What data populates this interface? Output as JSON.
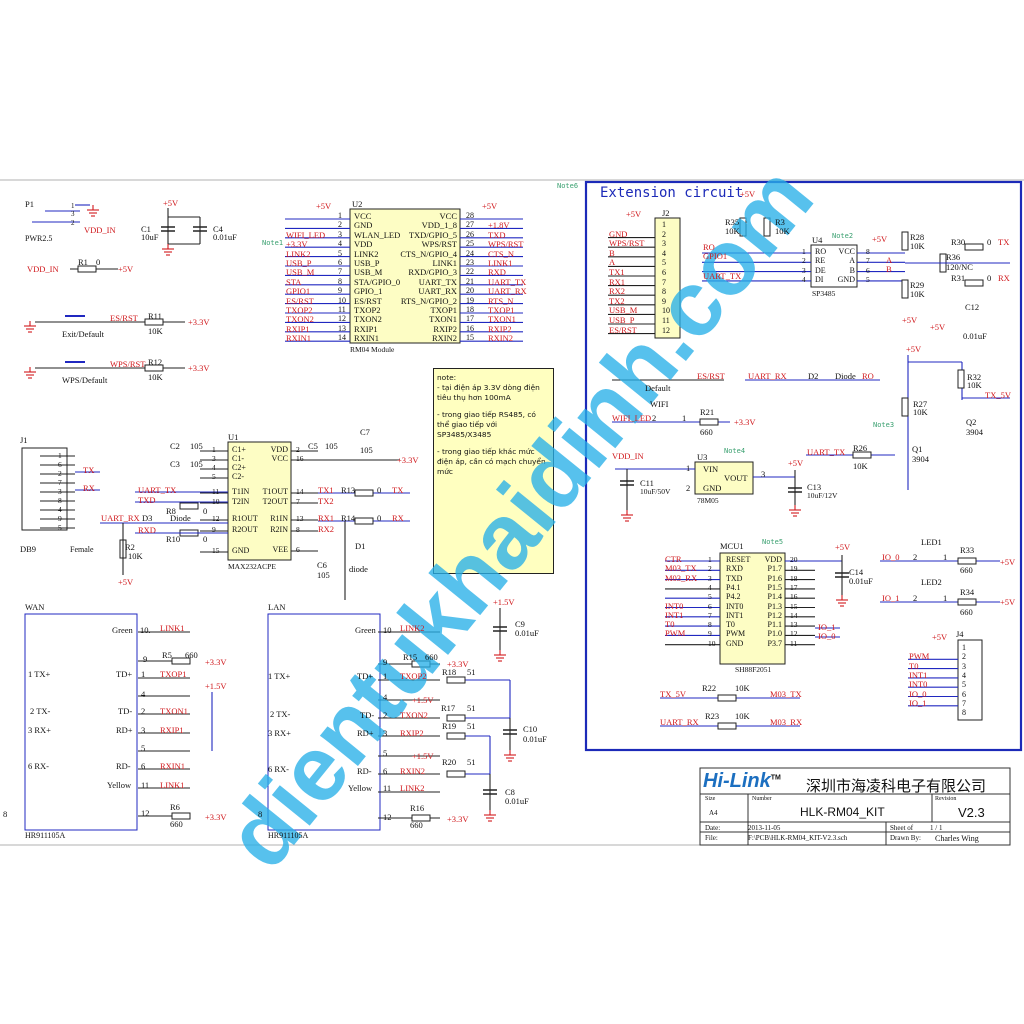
{
  "watermark": "dientukhaidinh.com",
  "notes": {
    "note1": "Note1",
    "note2": "Note2",
    "note3": "Note3",
    "note4": "Note4",
    "note5": "Note5",
    "note6": "Note6"
  },
  "power": {
    "p1": "P1",
    "pin1": "1",
    "pin3": "3",
    "pin2": "2",
    "pwr": "PWR2.5",
    "vdd_in": "VDD_IN",
    "c1": "C1",
    "c1v": "10uF",
    "c4": "C4",
    "c4v": "0.01uF",
    "p5v": "+5V",
    "vdd_in2": "VDD_IN",
    "r1": "R1",
    "r1v": "0",
    "p5v2": "+5V"
  },
  "buttons": {
    "esrst": "ES/RST",
    "r11": "R11",
    "r11v": "10K",
    "v33a": "+3.3V",
    "exit": "Exit/Default",
    "wpsrst": "WPS/RST",
    "r12": "R12",
    "r12v": "10K",
    "v33b": "+3.3V",
    "wps": "WPS/Default"
  },
  "u2": {
    "ref": "U2",
    "name": "RM04 Module",
    "p5v_l": "+5V",
    "p5v_r": "+5V",
    "left_nums": [
      "1",
      "2",
      "3",
      "4",
      "5",
      "6",
      "7",
      "8",
      "9",
      "10",
      "11",
      "12",
      "13",
      "14"
    ],
    "left_pins": [
      "VCC",
      "GND",
      "WLAN_LED",
      "VDD",
      "LINK2",
      "USB_P",
      "USB_M",
      "STA/GPIO_0",
      "GPIO_1",
      "ES/RST",
      "TXOP2",
      "TXON2",
      "RXIP1",
      "RXIN1"
    ],
    "left_nets": [
      "",
      "",
      "WIFI_LED",
      "+3.3V",
      "LINK2",
      "USB_P",
      "USB_M",
      "STA",
      "GPIO1",
      "ES/RST",
      "TXOP2",
      "TXON2",
      "RXIP1",
      "RXIN1"
    ],
    "right_nums": [
      "28",
      "27",
      "26",
      "25",
      "24",
      "23",
      "22",
      "21",
      "20",
      "19",
      "18",
      "17",
      "16",
      "15"
    ],
    "right_pins": [
      "VCC",
      "VDD_1_8",
      "TXD/GPIO_5",
      "WPS/RST",
      "CTS_N/GPIO_4",
      "LINK1",
      "RXD/GPIO_3",
      "UART_TX",
      "UART_RX",
      "RTS_N/GPIO_2",
      "TXOP1",
      "TXON1",
      "RXIP2",
      "RXIN2"
    ],
    "right_nets": [
      "",
      "+1.8V",
      "TXD",
      "WPS/RST",
      "CTS_N",
      "LINK1",
      "RXD",
      "UART_TX",
      "UART_RX",
      "RTS_N",
      "TXOP1",
      "TXON1",
      "RXIP2",
      "RXIN2"
    ]
  },
  "note_box": {
    "title": "note:",
    "line1": "- tại điện áp 3.3V dòng điện tiêu thụ hơn 100mA",
    "line2": "- trong giao tiếp RS485, có thể giao tiếp với SP3485/X3485",
    "line3": "- trong giao tiếp khác mức điện áp, cần có mạch chuyển mức"
  },
  "u1": {
    "ref": "U1",
    "name": "MAX232ACPE",
    "left_nums": [
      "1",
      "3",
      "4",
      "5",
      "11",
      "10",
      "12",
      "9",
      "15"
    ],
    "left_pins": [
      "C1+",
      "C1-",
      "C2+",
      "C2-",
      "T1IN",
      "T2IN",
      "R1OUT",
      "R2OUT",
      "GND"
    ],
    "right_nums": [
      "2",
      "16",
      "14",
      "7",
      "13",
      "8",
      "6"
    ],
    "right_pins": [
      "VDD",
      "VCC",
      "T1OUT",
      "T2OUT",
      "R1IN",
      "R2IN",
      "VEE"
    ],
    "c2": "C2",
    "c2v": "105",
    "c3": "C3",
    "c3v": "105",
    "c5": "C5",
    "c5v": "105",
    "c7": "C7",
    "c7v": "105",
    "v33": "+3.3V",
    "uart_tx": "UART_TX",
    "txd": "TXD",
    "r8": "R8",
    "r8v": "0",
    "uart_rx": "UART_RX",
    "d3": "D3",
    "d3v": "Diode",
    "rxd": "RXD",
    "r10": "R10",
    "r10v": "0",
    "r2": "R2",
    "r2v": "10K",
    "p5v": "+5V",
    "tx1": "TX1",
    "tx2": "TX2",
    "r13": "R13",
    "r13v": "0",
    "tx": "TX",
    "rx1": "RX1",
    "rx2": "RX2",
    "r14": "R14",
    "r14v": "0",
    "rx": "RX",
    "d1": "D1",
    "d1v": "diode",
    "c6": "C6",
    "c6v": "105"
  },
  "j1": {
    "ref": "J1",
    "name": "DB9",
    "female": "Female",
    "pins": [
      "1",
      "6",
      "2",
      "7",
      "3",
      "8",
      "4",
      "9",
      "5"
    ],
    "tx": "TX",
    "rx": "RX"
  },
  "wan": {
    "title": "WAN",
    "green": "Green",
    "n10": "10.",
    "link1a": "LINK1",
    "n9": "9",
    "r5": "R5",
    "r5v": "660",
    "v33a": "+3.3V",
    "txp": "1 TX+",
    "tdp": "TD+",
    "n1": "1",
    "txop1": "TXOP1",
    "v15": "+1.5V",
    "n4": "4",
    "txm": "2 TX-",
    "tdm": "TD-",
    "n2": "2",
    "txon1": "TXON1",
    "rxp": "3 RX+",
    "rdp": "RD+",
    "n3": "3",
    "rxip1": "RXIP1",
    "n5": "5",
    "rxm": "6 RX-",
    "rdm": "RD-",
    "n6": "6",
    "rxin1": "RXIN1",
    "yellow": "Yellow",
    "n11": "11",
    "link1b": "LINK1",
    "n12": "12",
    "r6": "R6",
    "r6v": "660",
    "v33b": "+3.3V",
    "part": "HR911105A",
    "edge": "8"
  },
  "lan": {
    "title": "LAN",
    "green": "Green",
    "n10": "10",
    "link2a": "LINK2",
    "n9": "9",
    "r15": "R15",
    "r15v": "660",
    "v33a": "+3.3V",
    "txp": "1 TX+",
    "tdp": "TD+",
    "n1": "1",
    "txop2": "TXOP2",
    "r18": "R18",
    "r18v": "51",
    "n4": "4",
    "v15a": "+1.5V",
    "txm": "2 TX-",
    "tdm": "TD-",
    "n2": "2",
    "txon2": "TXON2",
    "r17": "R17",
    "r17v": "51",
    "rxp": "3 RX+",
    "rdp": "RD+",
    "n3": "3",
    "rxip2": "RXIP2",
    "r19": "R19",
    "r19v": "51",
    "n5": "5",
    "v15b": "+1.5V",
    "rxm": "6 RX-",
    "rdm": "RD-",
    "n6": "6",
    "rxin2": "RXIN2",
    "r20": "R20",
    "r20v": "51",
    "yellow": "Yellow",
    "n11": "11",
    "link2b": "LINK2",
    "n12": "12",
    "r16": "R16",
    "r16v": "660",
    "v33b": "+3.3V",
    "part": "HR911105A",
    "edge": "8",
    "v15c": "+1.5V",
    "c9": "C9",
    "c9v": "0.01uF",
    "c10": "C10",
    "c10v": "0.01uF",
    "c8": "C8",
    "c8v": "0.01uF"
  },
  "ext": {
    "title": "Extension circuit",
    "j2": {
      "ref": "J2",
      "p5v": "+5V",
      "nums": [
        "1",
        "2",
        "3",
        "4",
        "5",
        "6",
        "7",
        "8",
        "9",
        "10",
        "11",
        "12"
      ],
      "nets": [
        "GND",
        "WPS/RST",
        "B",
        "A",
        "TX1",
        "RX1",
        "RX2",
        "TX2",
        "USB_M",
        "USB_P",
        "ES/RST"
      ]
    },
    "rs485": {
      "r35": "R35",
      "r35v": "10K",
      "r3": "R3",
      "r3v": "10K",
      "p5v": "+5V",
      "u4": "U4",
      "part": "SP3485",
      "lnums": [
        "1",
        "2",
        "3",
        "4"
      ],
      "lpins": [
        "RO",
        "RE",
        "DE",
        "DI"
      ],
      "rnums": [
        "8",
        "7",
        "6",
        "5"
      ],
      "rpins": [
        "VCC",
        "A",
        "B",
        "GND"
      ],
      "ro": "RO",
      "gpio1": "GPIO1",
      "uart_tx": "UART_TX",
      "p5v2": "+5V",
      "a": "A",
      "b": "B",
      "r28": "R28",
      "r28v": "10K",
      "r29": "R29",
      "r29v": "10K",
      "r36": "R36",
      "r36v": "120/NC",
      "r30": "R30",
      "r30v": "0",
      "tx": "TX",
      "r31": "R31",
      "r31v": "0",
      "rx": "RX",
      "p5v3": "+5V",
      "c12": "C12",
      "c12v": "0.01uF",
      "p5v4": "+5V"
    },
    "misc": {
      "esrst": "ES/RST",
      "default": "Default",
      "uart_rx": "UART_RX",
      "d2": "D2",
      "d2v": "Diode",
      "ro": "RO",
      "wifi": "WIFI",
      "wifi_led": "WIFI_LED",
      "l2": "2",
      "l1": "1",
      "r21": "R21",
      "r21v": "660",
      "v33": "+3.3V"
    },
    "level": {
      "p5v": "+5V",
      "r32": "R32",
      "r32v": "10K",
      "tx5v": "TX_5V",
      "r27": "R27",
      "r27v": "10K",
      "q2": "Q2",
      "q2v": "3904",
      "uart_tx": "UART_TX",
      "r26": "R26",
      "r26v": "10K",
      "q1": "Q1",
      "q1v": "3904"
    },
    "reg": {
      "vdd_in": "VDD_IN",
      "u3": "U3",
      "vin": "VIN",
      "vout": "VOUT",
      "gnd": "GND",
      "n1": "1",
      "n2": "2",
      "n3": "3",
      "part": "78M05",
      "p5v": "+5V",
      "c11": "C11",
      "c11v": "10uF/50V",
      "c13": "C13",
      "c13v": "10uF/12V"
    },
    "mcu": {
      "ref": "MCU1",
      "part": "SH88F2051",
      "p5v": "+5V",
      "c14": "C14",
      "c14v": "0.01uF",
      "lnums": [
        "1",
        "2",
        "3",
        "4",
        "5",
        "6",
        "7",
        "8",
        "9",
        "10"
      ],
      "lpins": [
        "RESET",
        "RXD",
        "TXD",
        "P4.1",
        "P4.2",
        "INT0",
        "INT1",
        "T0",
        "PWM",
        "GND"
      ],
      "lnets": [
        "CTR",
        "M03_TX",
        "M03_RX",
        "",
        "",
        "INT0",
        "INT1",
        "T0",
        "PWM",
        ""
      ],
      "rnums": [
        "20",
        "19",
        "18",
        "17",
        "16",
        "15",
        "14",
        "13",
        "12",
        "11"
      ],
      "rpins": [
        "VDD",
        "P1.7",
        "P1.6",
        "P1.5",
        "P1.4",
        "P1.3",
        "P1.2",
        "P1.1",
        "P1.0",
        "P3.7"
      ],
      "io1": "IO_1",
      "io0": "IO_0"
    },
    "leds": {
      "led1": "LED1",
      "io0": "IO_0",
      "a2": "2",
      "a1": "1",
      "r33": "R33",
      "r33v": "660",
      "p5va": "+5V",
      "led2": "LED2",
      "io1": "IO_1",
      "b2": "2",
      "b1": "1",
      "r34": "R34",
      "r34v": "660",
      "p5vb": "+5V"
    },
    "j4": {
      "ref": "J4",
      "p5v": "+5V",
      "nums": [
        "1",
        "2",
        "3",
        "4",
        "5",
        "6",
        "7",
        "8"
      ],
      "nets": [
        "PWM",
        "T0",
        "INT1",
        "INT0",
        "IO_0",
        "IO_1"
      ]
    },
    "res": {
      "tx5v": "TX_5V",
      "r22": "R22",
      "r22v": "10K",
      "m03tx": "M03_TX",
      "uart_rx": "UART_RX",
      "r23": "R23",
      "r23v": "10K",
      "m03rx": "M03_RX"
    }
  },
  "titleblock": {
    "logo": "Hi-Link",
    "tm": "TM",
    "company": "深圳市海凌科电子有限公司",
    "size_l": "Size",
    "size": "A4",
    "number_l": "Number",
    "number": "HLK-RM04_KIT",
    "rev_l": "Revision",
    "rev": "V2.3",
    "date_l": "Date:",
    "date": "2013-11-05",
    "sheet_l": "Sheet  of",
    "sheet": "1 / 1",
    "file_l": "File:",
    "file": "F:\\PCB\\HLK-RM04_KIT-V2.3.sch",
    "drawn_l": "Drawn By:",
    "drawn": "Charles Wing"
  }
}
